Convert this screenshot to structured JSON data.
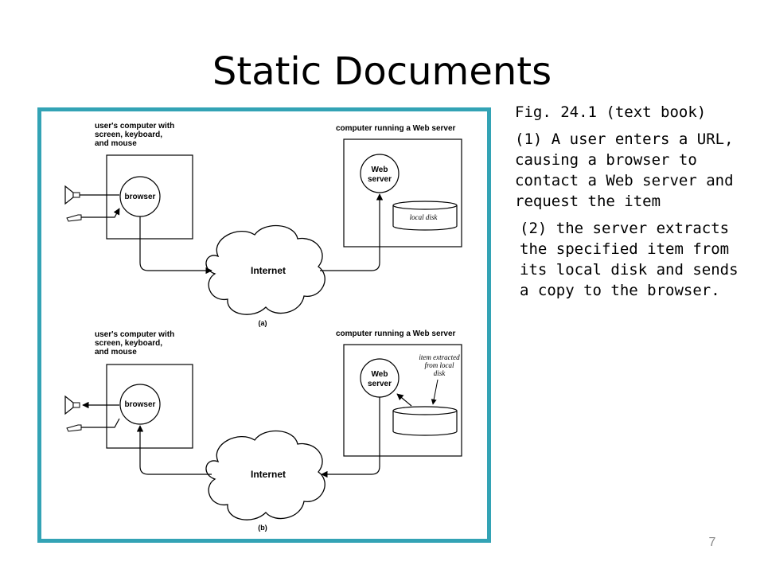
{
  "title": "Static Documents",
  "figure": {
    "user_computer_label": [
      "user's computer with",
      "screen, keyboard,",
      "and mouse"
    ],
    "server_label": "computer running a Web server",
    "browser": "browser",
    "web_server": [
      "Web",
      "server"
    ],
    "internet": "Internet",
    "local_disk": "local disk",
    "item_extracted": [
      "item extracted",
      "from local",
      "disk"
    ],
    "panel_a": "(a)",
    "panel_b": "(b)"
  },
  "side_text": {
    "caption": "Fig. 24.1  (text book)",
    "step1": "(1) A user enters a URL, causing a browser  to contact a Web server and request the item",
    "step2": "(2) the server extracts the specified item from its local disk and sends a copy to the browser."
  },
  "page_number": "7",
  "colors": {
    "frame_border": "#33a3b5",
    "page_number": "#8a8a8a"
  }
}
